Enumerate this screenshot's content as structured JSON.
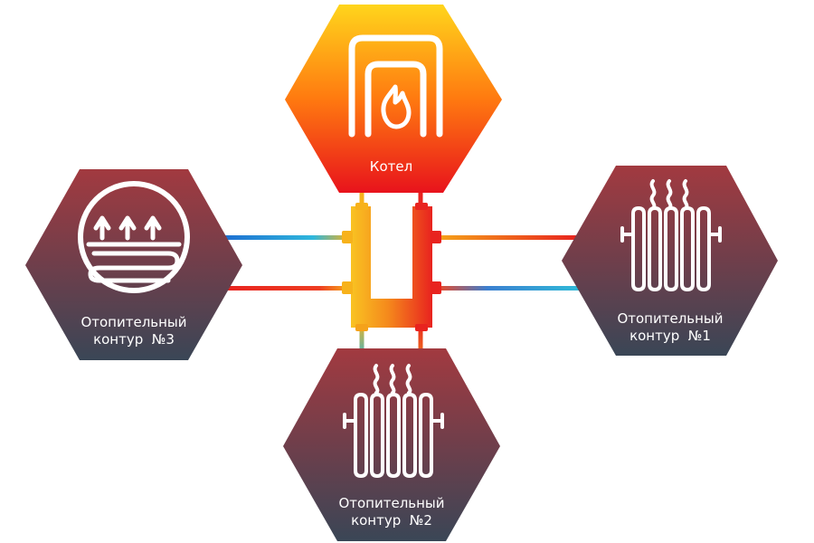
{
  "nodes": {
    "boiler": {
      "label": "Котел",
      "icon": "boiler-flame-icon"
    },
    "circuit1": {
      "line1": "Отопительный",
      "line2": "контур  №1",
      "icon": "radiator-icon"
    },
    "circuit2": {
      "line1": "Отопительный",
      "line2": "контур  №2",
      "icon": "radiator-icon"
    },
    "circuit3": {
      "line1": "Отопительный",
      "line2": "контур  №3",
      "icon": "underfloor-heating-icon"
    }
  },
  "colors": {
    "hot": "#e8231f",
    "cold": "#1e8fd6",
    "boiler_top": "#ffd21a",
    "boiler_bottom": "#e8141c",
    "circuit_top": "#9e3b40",
    "circuit_bottom": "#3d4757",
    "manifold_left": "#f7b21b",
    "manifold_right": "#e8231f"
  }
}
